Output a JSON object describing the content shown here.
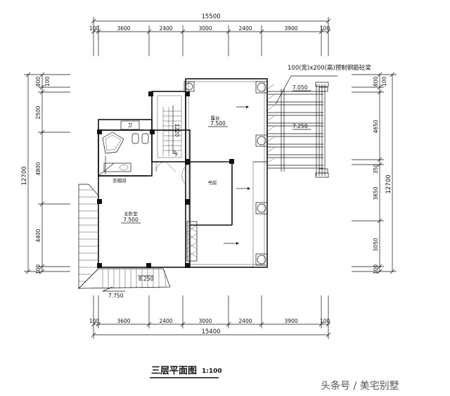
{
  "top_total": "15500",
  "bottom_total": "15400",
  "top_dims": [
    "100",
    "3600",
    "2400",
    "3000",
    "2400",
    "3900",
    "100"
  ],
  "bottom_dims": [
    "100",
    "3600",
    "2400",
    "3000",
    "2400",
    "3900",
    "100"
  ],
  "left_total": "12700",
  "left_dims": [
    "800",
    "100",
    "2500",
    "4800",
    "4400",
    "100"
  ],
  "right_total": "12700",
  "right_dims": [
    "800",
    "100",
    "4650",
    "350",
    "3650",
    "3050",
    "100"
  ],
  "rooms": {
    "terrace": "露台",
    "terrace_level": "7.500",
    "study": "书房",
    "master_bedroom": "主卧室",
    "master_level": "7.500",
    "closet": "衣帽间",
    "bath": "卫",
    "stair_down": "下",
    "stair_up": "上",
    "stair_steps": "1220",
    "pergola_level_1": "7.050",
    "pergola_level_2": "7.250",
    "low_level": "7.750",
    "bottom_level": "8.250"
  },
  "beam_note": "100(宽)x200(高)预制钢筋砼梁",
  "title": "三层平面图",
  "scale": "1:100",
  "watermark": "头条号 / 美宅别墅"
}
